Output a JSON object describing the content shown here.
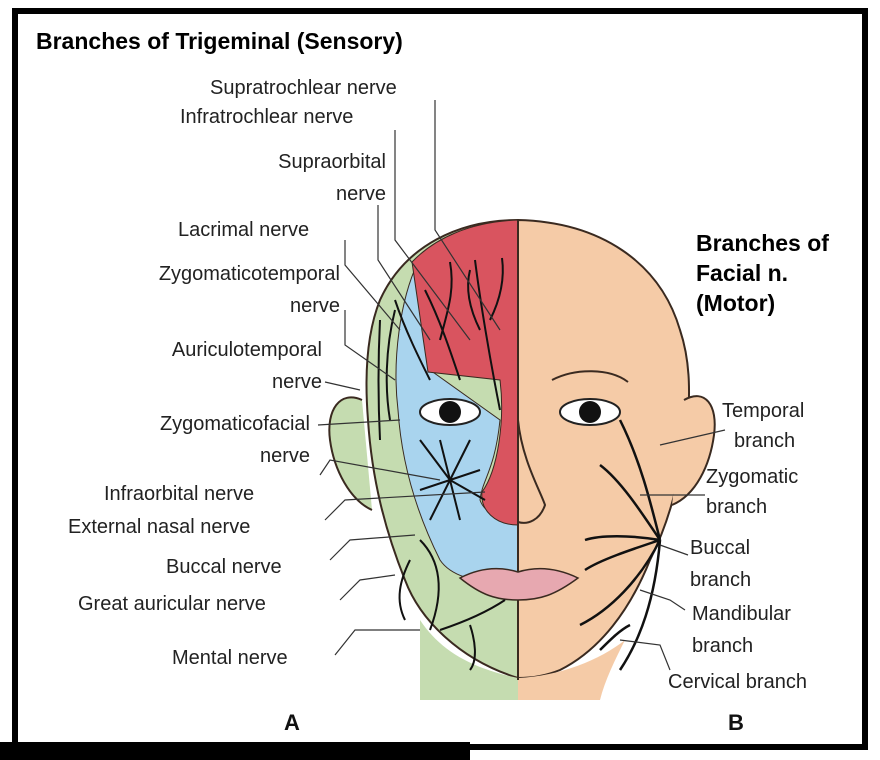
{
  "title_trigeminal": "Branches of Trigeminal (Sensory)",
  "title_facial": [
    "Branches of",
    "Facial n.",
    "(Motor)"
  ],
  "trigeminal_labels": {
    "supratrochlear": "Supratrochlear nerve",
    "infratrochlear": "Infratrochlear nerve",
    "supraorbital": [
      "Supraorbital",
      "nerve"
    ],
    "lacrimal": "Lacrimal nerve",
    "zygomaticotemporal": [
      "Zygomaticotemporal",
      "nerve"
    ],
    "auriculotemporal": [
      "Auriculotemporal",
      "nerve"
    ],
    "zygomaticofacial": [
      "Zygomaticofacial",
      "nerve"
    ],
    "infraorbital": "Infraorbital nerve",
    "external_nasal": "External nasal nerve",
    "buccal": "Buccal nerve",
    "great_auricular": "Great auricular nerve",
    "mental": "Mental nerve"
  },
  "facial_labels": {
    "temporal": [
      "Temporal",
      "branch"
    ],
    "zygomatic": [
      "Zygomatic",
      "branch"
    ],
    "buccal": [
      "Buccal",
      "branch"
    ],
    "mandibular": [
      "Mandibular",
      "branch"
    ],
    "cervical": "Cervical branch"
  },
  "panel_letters": {
    "a": "A",
    "b": "B"
  },
  "colors": {
    "skin": "#f5cba7",
    "ophthalmic_region": "#d9545f",
    "maxillary_region": "#a9d4ee",
    "mandibular_region": "#c5dcb0",
    "outline": "#3a2a20",
    "nerve": "#111111",
    "frame": "#000000"
  }
}
